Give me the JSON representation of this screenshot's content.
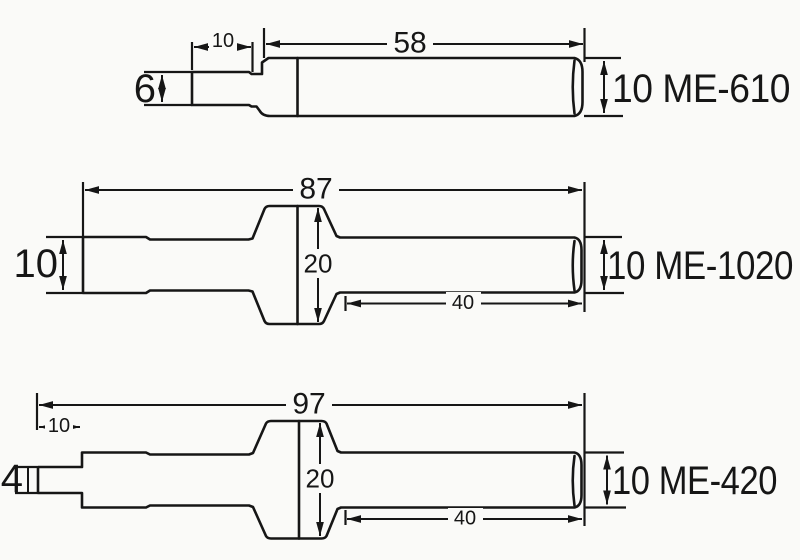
{
  "colors": {
    "background": "#fafaf8",
    "line": "#161616"
  },
  "parts": [
    {
      "model": "ME-610",
      "label": "10 ME-610",
      "dims": {
        "tip_length": "10",
        "body_length": "58",
        "tip_diameter": "6"
      }
    },
    {
      "model": "ME-1020",
      "label": "10 ME-1020",
      "dims": {
        "overall_length": "87",
        "head_width": "20",
        "left_diameter": "10",
        "shaft_length": "40"
      }
    },
    {
      "model": "ME-420",
      "label": "10 ME-420",
      "dims": {
        "overall_length": "97",
        "tip_length": "10",
        "tip_diameter": "4",
        "head_width": "20",
        "shaft_length": "40"
      }
    }
  ]
}
